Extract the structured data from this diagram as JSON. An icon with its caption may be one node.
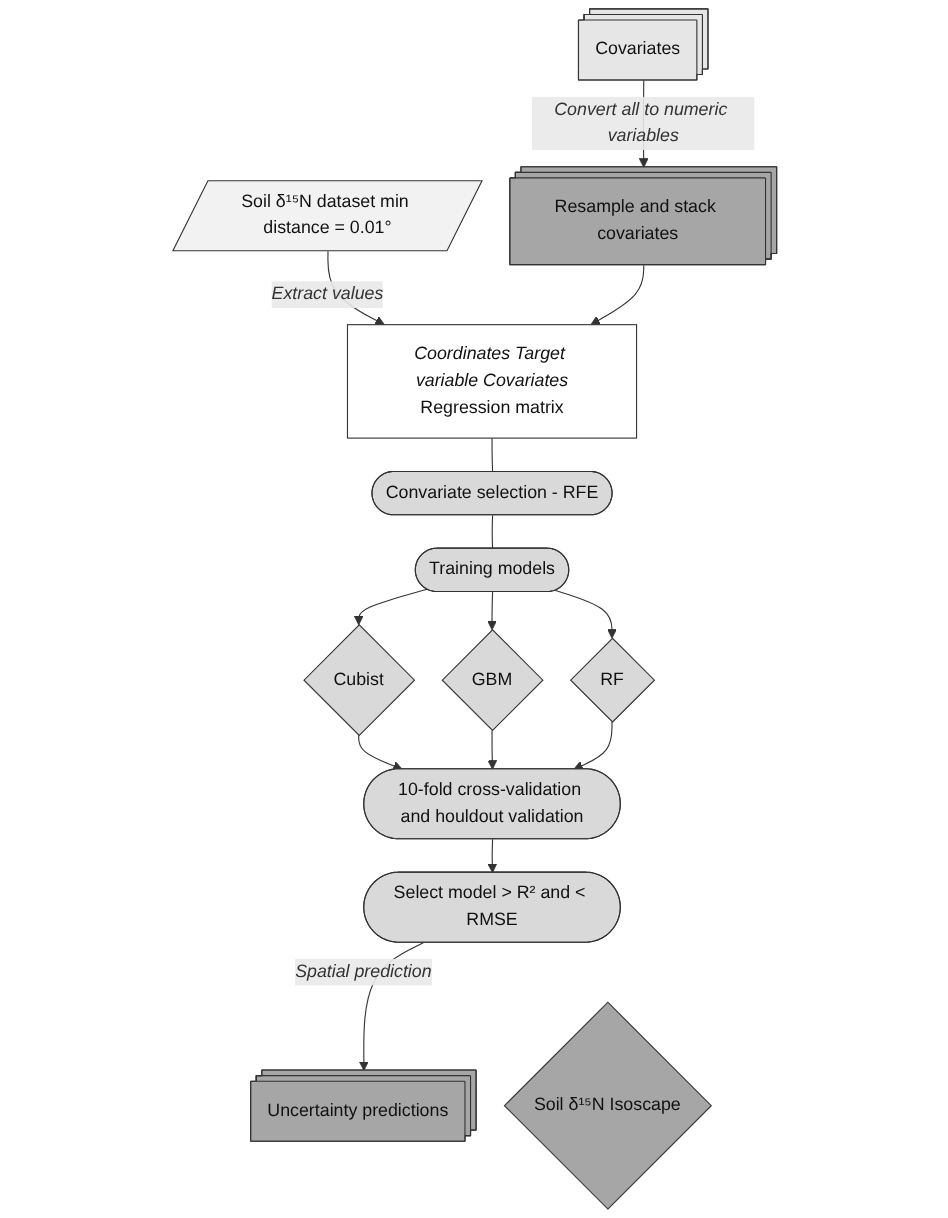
{
  "diagram": {
    "nodes": [
      {
        "text": [
          "Soil δ¹⁵N dataset min distance = 0.01°"
        ]
      },
      {
        "text": [
          "Covariates"
        ]
      },
      {
        "text": [
          "Resample and stack covariates"
        ]
      },
      {
        "text": [
          "Coordinates Target variable Covariates",
          "Regression matrix"
        ]
      },
      {
        "text": [
          "Convariate selection - RFE"
        ]
      },
      {
        "text": [
          "Training models"
        ]
      },
      {
        "text": [
          "Cubist"
        ]
      },
      {
        "text": [
          "GBM"
        ]
      },
      {
        "text": [
          "RF"
        ]
      },
      {
        "text": [
          "10-fold cross-validation and houldout validation"
        ]
      },
      {
        "text": [
          "Select model > R² and < RMSE"
        ]
      },
      {
        "text": [
          "Soil δ¹⁵N Isoscape"
        ]
      },
      {
        "text": [
          "Uncertainty predictions"
        ]
      }
    ],
    "edges": [
      {
        "from": 1,
        "to": 2,
        "arrow": "to",
        "label": "Convert all to numeric variables"
      },
      {
        "from": 0,
        "to": 3,
        "arrow": "to",
        "label": "Extract values"
      },
      {
        "from": 2,
        "to": 3,
        "arrow": "to"
      },
      {
        "from": 3,
        "to": 4,
        "arrow": "none"
      },
      {
        "from": 4,
        "to": 5,
        "arrow": "none"
      },
      {
        "from": 5,
        "to": 6,
        "arrow": "to"
      },
      {
        "from": 5,
        "to": 7,
        "arrow": "to"
      },
      {
        "from": 5,
        "to": 8,
        "arrow": "to"
      },
      {
        "from": 6,
        "to": 9,
        "arrow": "to"
      },
      {
        "from": 7,
        "to": 9,
        "arrow": "to"
      },
      {
        "from": 8,
        "to": 9,
        "arrow": "to"
      },
      {
        "from": 9,
        "to": 10,
        "arrow": "to"
      },
      {
        "from": 10,
        "to": 12,
        "arrow": "to",
        "label": "Spatial prediction"
      }
    ]
  }
}
